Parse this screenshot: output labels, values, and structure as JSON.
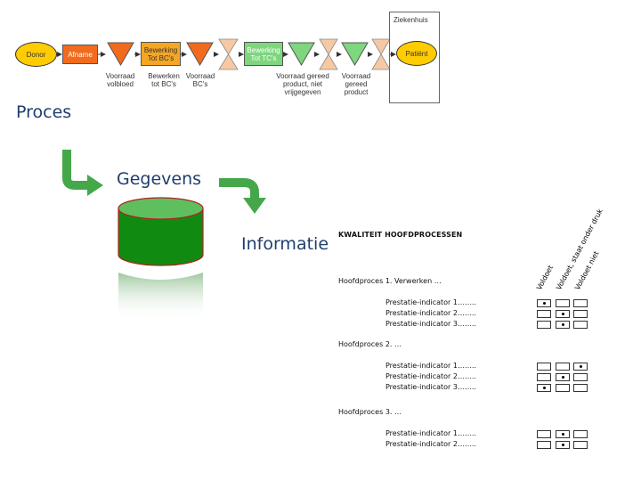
{
  "process": {
    "nodes": {
      "donor": "Donor",
      "afname": "Afname",
      "bewerking_bc": "Bewerking Tot BC's",
      "bewerking_tc": "Bewerking Tot TC's",
      "patient": "Patiënt"
    },
    "labels": {
      "voorraad_volbloed": "Voorraad volbloed",
      "bewerken_bc": "Bewerken tot BC's",
      "voorraad_bc": "Voorraad BC's",
      "voorraad_niet_vrij": "Voorraad gereed product, niet vrijgegeven",
      "voorraad_gereed": "Voorraad gereed product"
    },
    "hospital": "Ziekenhuis",
    "colors": {
      "orange": "#f26b1d",
      "bewerking": "#f5a623",
      "green": "#7ed67e",
      "hourglass": "#f7c9a3",
      "oval": "#ffcc00"
    }
  },
  "headings": {
    "proces": "Proces",
    "gegevens": "Gegevens",
    "informatie": "Informatie"
  },
  "quality": {
    "title": "KWALITEIT HOOFDPROCESSEN",
    "columns": [
      "Voldoet",
      "Voldoet, staat onder druk",
      "Voldoet niet"
    ],
    "groups": [
      {
        "label": "Hoofdproces 1. Verwerken …",
        "rows": [
          {
            "label": "Prestatie-indicator 1……..",
            "checked": 0
          },
          {
            "label": "Prestatie-indicator 2……..",
            "checked": 1
          },
          {
            "label": "Prestatie-indicator 3……..",
            "checked": 1
          }
        ]
      },
      {
        "label": "Hoofdproces 2. …",
        "rows": [
          {
            "label": "Prestatie-indicator 1……..",
            "checked": 2
          },
          {
            "label": "Prestatie-indicator 2……..",
            "checked": 1
          },
          {
            "label": "Prestatie-indicator 3……..",
            "checked": 0
          }
        ]
      },
      {
        "label": "Hoofdproces 3. …",
        "rows": [
          {
            "label": "Prestatie-indicator 1……..",
            "checked": 1
          },
          {
            "label": "Prestatie-indicator 2……..",
            "checked": 1
          }
        ]
      }
    ]
  }
}
